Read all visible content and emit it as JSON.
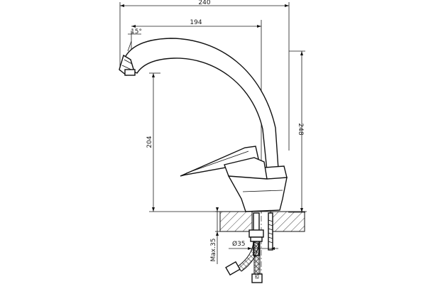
{
  "dimensions": {
    "overall_width": "240",
    "spout_reach": "194",
    "total_height": "248",
    "spout_height": "204",
    "angle": "15°",
    "hole_diameter": "Ø35",
    "max_thickness": "Max.35"
  },
  "colors": {
    "line": "#111111",
    "background": "#ffffff"
  }
}
